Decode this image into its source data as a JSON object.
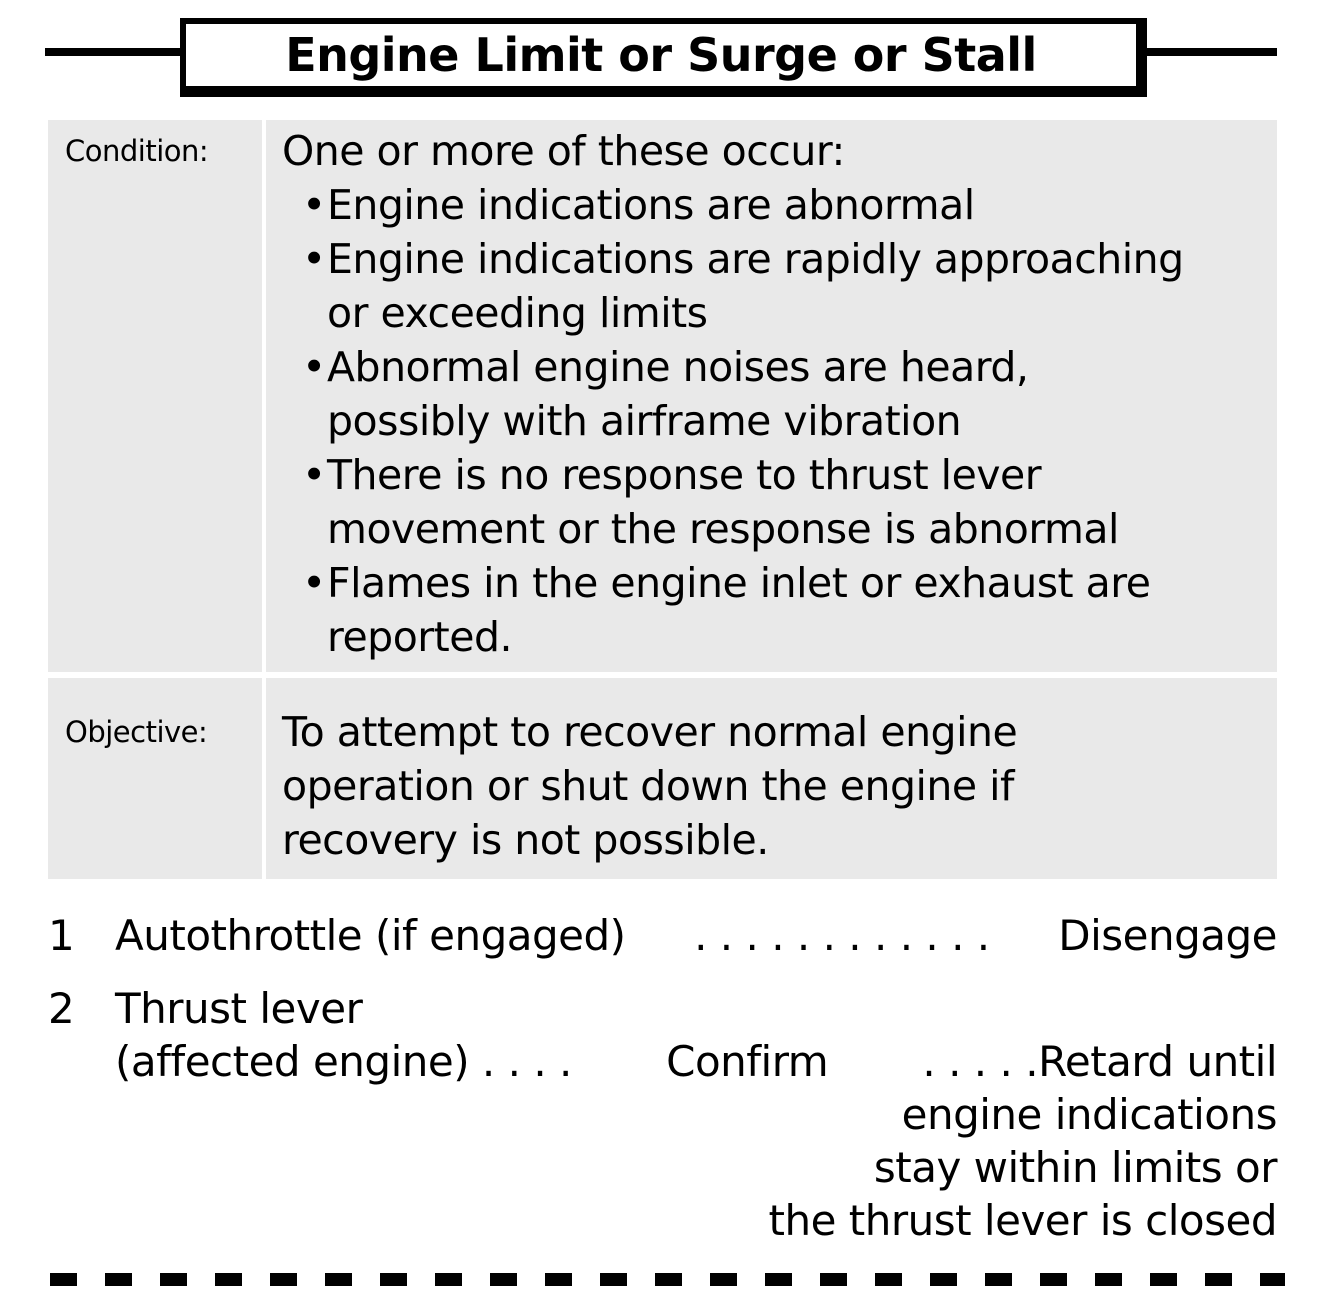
{
  "title": "Engine Limit or Surge or Stall",
  "condition": {
    "label": "Condition:",
    "intro": "One or more of these occur:",
    "bullets": [
      "Engine indications are abnormal",
      "Engine indications are rapidly approaching\nor exceeding limits",
      "Abnormal engine noises are heard,\npossibly with airframe vibration",
      "There is no response to thrust lever\nmovement or the response is abnormal",
      "Flames in the engine inlet or exhaust are\nreported."
    ]
  },
  "objective": {
    "label": "Objective:",
    "text": "To attempt to recover normal engine\noperation or shut down the engine if\nrecovery is not possible."
  },
  "steps": [
    {
      "number": "1",
      "challenge": "Autothrottle (if engaged)",
      "leader": ". . . . . . . . . . . .",
      "response": "Disengage"
    },
    {
      "number": "2",
      "challenge_line1": "Thrust lever",
      "challenge_line2": "(affected engine) . . . .",
      "confirm": "Confirm",
      "response_leader": ". . . . .",
      "response_line1": "Retard until",
      "response_continuation": "engine indications\nstay within limits or\nthe thrust lever is closed"
    }
  ],
  "colors": {
    "shaded_block": "#e9e9e9",
    "text": "#000000",
    "background": "#ffffff"
  }
}
